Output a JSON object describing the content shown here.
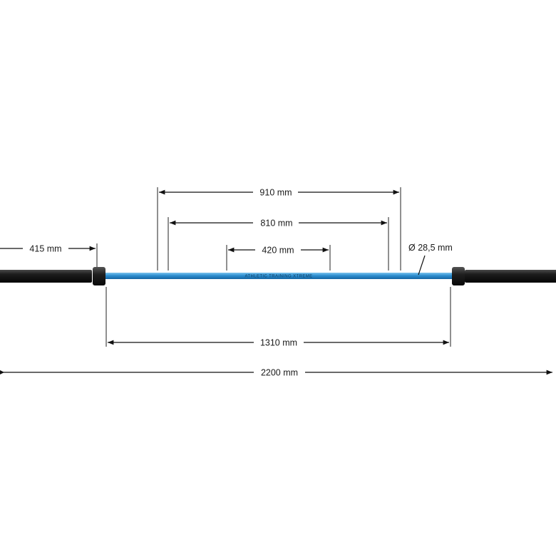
{
  "product": {
    "shaft_color": "#2d8fd0",
    "sleeve_color": "#111111",
    "shaft_text": "ATHLETIC TRAINING XTREME"
  },
  "dimensions": {
    "total_length": "2200 mm",
    "shaft_length": "1310 mm",
    "sleeve_length": "415 mm",
    "outer_knurl_marks": "910 mm",
    "inner_knurl_marks": "810 mm",
    "center_knurl": "420 mm",
    "shaft_diameter": "Ø 28,5 mm"
  }
}
